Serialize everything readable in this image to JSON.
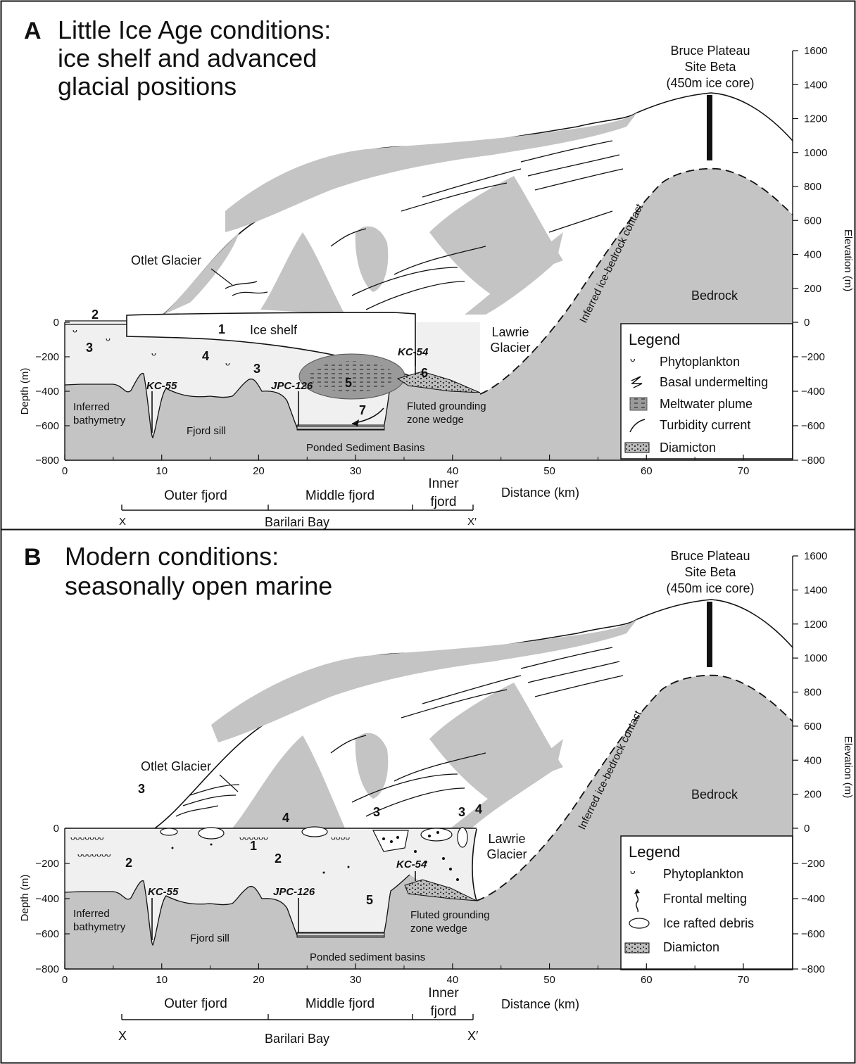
{
  "panels": [
    {
      "letter": "A",
      "title_lines": [
        "Little Ice Age conditions:",
        "ice shelf and advanced",
        "glacial positions"
      ],
      "site_lines": [
        "Bruce Plateau",
        "Site Beta",
        "(450m ice core)"
      ],
      "labels": {
        "otlet": "Otlet Glacier",
        "ice_shelf": "Ice shelf",
        "lawrie": [
          "Lawrie",
          "Glacier"
        ],
        "bedrock": "Bedrock",
        "inferred_contact": "Inferred ice-bedrock contact",
        "inferred_bathymetry": [
          "Inferred",
          "bathymetry"
        ],
        "fjord_sill": "Fjord sill",
        "ponded": "Ponded Sediment Basins",
        "grounding": [
          "Fluted grounding",
          "zone wedge"
        ]
      },
      "cores": [
        "KC-55",
        "JPC-126",
        "KC-54"
      ],
      "numbers": [
        "2",
        "1",
        "3",
        "4",
        "3",
        "5",
        "6",
        "7"
      ],
      "legend_title": "Legend",
      "legend_items": [
        {
          "label": "Phytoplankton",
          "icon": "phytoplankton-icon"
        },
        {
          "label": "Basal undermelting",
          "icon": "basal-undermelting-icon"
        },
        {
          "label": "Meltwater plume",
          "icon": "meltwater-plume-icon"
        },
        {
          "label": "Turbidity current",
          "icon": "turbidity-current-icon"
        },
        {
          "label": "Diamicton",
          "icon": "diamicton-icon"
        }
      ],
      "zones": {
        "outer": "Outer fjord",
        "middle": "Middle fjord",
        "inner": [
          "Inner",
          "fjord"
        ]
      },
      "bay": "Barilari Bay",
      "x_start": "X",
      "x_end": "X′"
    },
    {
      "letter": "B",
      "title_lines": [
        "Modern conditions:",
        "seasonally open marine"
      ],
      "site_lines": [
        "Bruce Plateau",
        "Site Beta",
        "(450m ice core)"
      ],
      "labels": {
        "otlet": "Otlet Glacier",
        "lawrie": [
          "Lawrie",
          "Glacier"
        ],
        "bedrock": "Bedrock",
        "inferred_contact": "Inferred ice-bedrock contact",
        "inferred_bathymetry": [
          "Inferred",
          "bathymetry"
        ],
        "fjord_sill": "Fjord sill",
        "ponded": "Ponded sediment basins",
        "grounding": [
          "Fluted grounding",
          "zone wedge"
        ]
      },
      "cores": [
        "KC-55",
        "JPC-126",
        "KC-54"
      ],
      "numbers": [
        "3",
        "4",
        "3",
        "3",
        "4",
        "1",
        "2",
        "2",
        "5"
      ],
      "legend_title": "Legend",
      "legend_items": [
        {
          "label": "Phytoplankton",
          "icon": "phytoplankton-icon"
        },
        {
          "label": "Frontal melting",
          "icon": "frontal-melting-icon"
        },
        {
          "label": "Ice rafted debris",
          "icon": "ice-rafted-debris-icon"
        },
        {
          "label": "Diamicton",
          "icon": "diamicton-icon"
        }
      ],
      "zones": {
        "outer": "Outer fjord",
        "middle": "Middle fjord",
        "inner": [
          "Inner",
          "fjord"
        ]
      },
      "bay": "Barilari Bay",
      "x_start": "X",
      "x_end": "X′"
    }
  ],
  "axes": {
    "x_title": "Distance (km)",
    "x_ticks": [
      "0",
      "10",
      "20",
      "30",
      "40",
      "50",
      "60",
      "70"
    ],
    "depth_title": "Depth (m)",
    "depth_ticks": [
      "0",
      "−200",
      "−400",
      "−600",
      "−800"
    ],
    "elevation_title": "Elevation (m)",
    "elevation_ticks": [
      "0",
      "200",
      "400",
      "600",
      "800",
      "1000",
      "1200",
      "1400",
      "1600"
    ],
    "right_depth_ticks": [
      "−200",
      "−400",
      "−600",
      "−800"
    ]
  },
  "colors": {
    "bedrock": "#c4c4c4",
    "water": "#f0f0f0",
    "plume": "#8f8f8f",
    "line": "#111111"
  }
}
